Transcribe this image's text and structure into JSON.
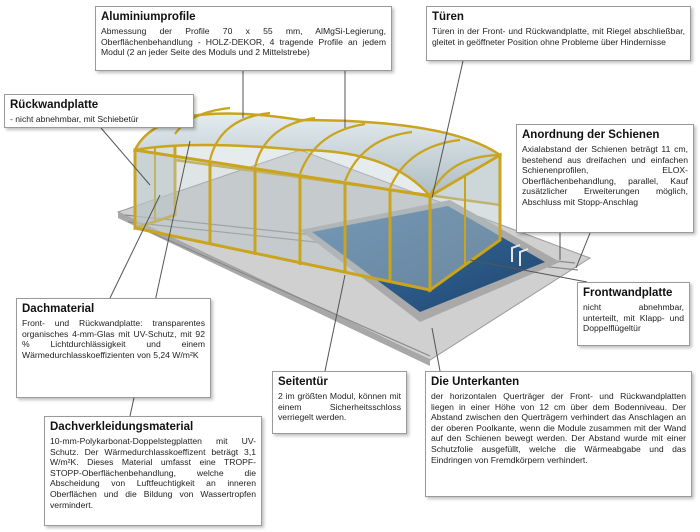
{
  "colors": {
    "frame": "#c9a41c",
    "frame_dark": "#8c6e0a",
    "roof": "#c7d3d8",
    "water": "#2f5f8c",
    "deck": "#c4c4c4",
    "leader": "#555555"
  },
  "callouts": {
    "alu": {
      "title": "Aluminiumprofile",
      "text": "Abmessung der Profile 70 x 55 mm, AlMgSi-Legierung, Oberflächenbehandlung - HOLZ-DEKOR, 4 tragende Profile an jedem Modul (2 an jeder Seite des Moduls und 2 Mittelstrebe)"
    },
    "tueren": {
      "title": "Türen",
      "text": "Türen in der Front- und Rückwandplatte, mit Riegel abschließbar, gleitet in geöffneter Position ohne Probleme über Hindernisse"
    },
    "rueck": {
      "title": "Rückwandplatte",
      "text": "- nicht abnehmbar, mit Schiebetür"
    },
    "schienen": {
      "title": "Anordnung der Schienen",
      "text": "Axialabstand der Schienen beträgt 11 cm, bestehend aus dreifachen und einfachen Schienenprofilen, ELOX-Oberflächenbehandlung, parallel, Kauf zusätzlicher Erweiterungen möglich, Abschluss mit Stopp-Anschlag"
    },
    "front": {
      "title": "Frontwandplatte",
      "text": "nicht abnehmbar, unterteilt, mit Klapp- und Doppelflügeltür"
    },
    "dach": {
      "title": "Dachmaterial",
      "text": "Front- und Rückwandplatte: transparentes organisches 4-mm-Glas mit UV-Schutz, mit 92 % Lichtdurchlässigkeit und einem Wärmedurchlasskoeffizienten von 5,24 W/m²K"
    },
    "seiten": {
      "title": "Seitentür",
      "text": "2 im größten Modul, können mit einem Sicherheitsschloss verriegelt werden."
    },
    "kanten": {
      "title": "Die Unterkanten",
      "text": "der horizontalen Querträger der Front- und Rückwandplatten liegen in einer Höhe von 12 cm über dem Bodenniveau. Der Abstand zwischen den Querträgern verhindert das Anschlagen an der oberen Poolkante, wenn die Module zusammen mit der Wand auf den Schienen bewegt werden. Der Abstand wurde mit einer Schutzfolie ausgefüllt, welche die Wärmeabgabe und das Eindringen von Fremdkörpern verhindert."
    },
    "verkl": {
      "title": "Dachverkleidungsmaterial",
      "text": "10-mm-Polykarbonat-Doppelstegplatten mit UV-Schutz. Der Wärmedurchlasskoeffizent beträgt 3,1 W/m²K. Dieses Material umfasst eine TROPF-STOPP-Oberflächenbehandlung, welche die Abscheidung von Luftfeuchtigkeit an inneren Oberflächen und die Bildung von Wassertropfen vermindert."
    }
  }
}
